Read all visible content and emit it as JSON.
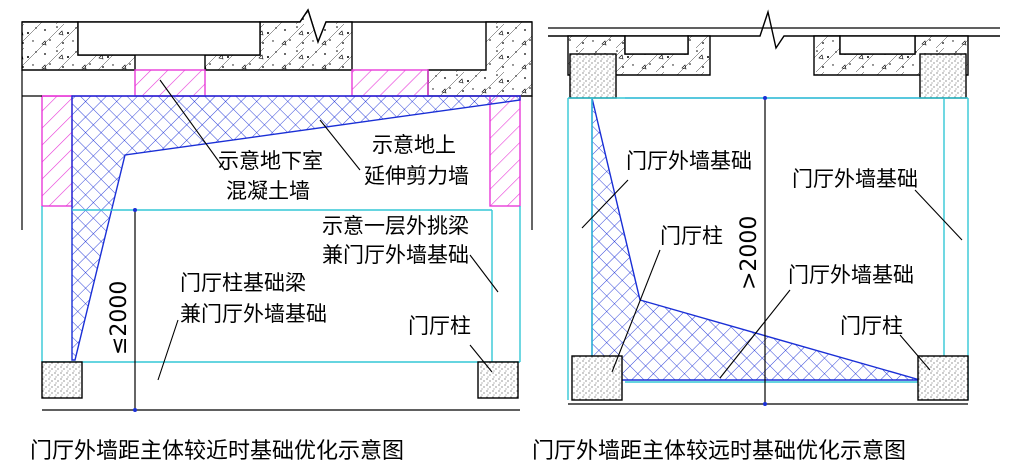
{
  "colors": {
    "line": "#000000",
    "cyan": "#34c7d6",
    "magenta": "#e83bd8",
    "blue": "#1a2fd6",
    "concrete": "#ffffff"
  },
  "left": {
    "labels": {
      "basement_wall_l1": "示意地下室",
      "basement_wall_l2": "混凝土墙",
      "shear_wall_l1": "示意地上",
      "shear_wall_l2": "延伸剪力墙",
      "beam_l1": "示意一层外挑梁",
      "beam_l2": "兼门厅外墙基础",
      "col_beam_l1": "门厅柱基础梁",
      "col_beam_l2": "兼门厅外墙基础",
      "column": "门厅柱",
      "dim": "≤2000"
    },
    "caption": "门厅外墙距主体较近时基础优化示意图"
  },
  "right": {
    "labels": {
      "wall_found_1": "门厅外墙基础",
      "wall_found_2": "门厅外墙基础",
      "wall_found_3": "门厅外墙基础",
      "column_1": "门厅柱",
      "column_2": "门厅柱",
      "dim": ">2000"
    },
    "caption": "门厅外墙距主体较远时基础优化示意图"
  }
}
